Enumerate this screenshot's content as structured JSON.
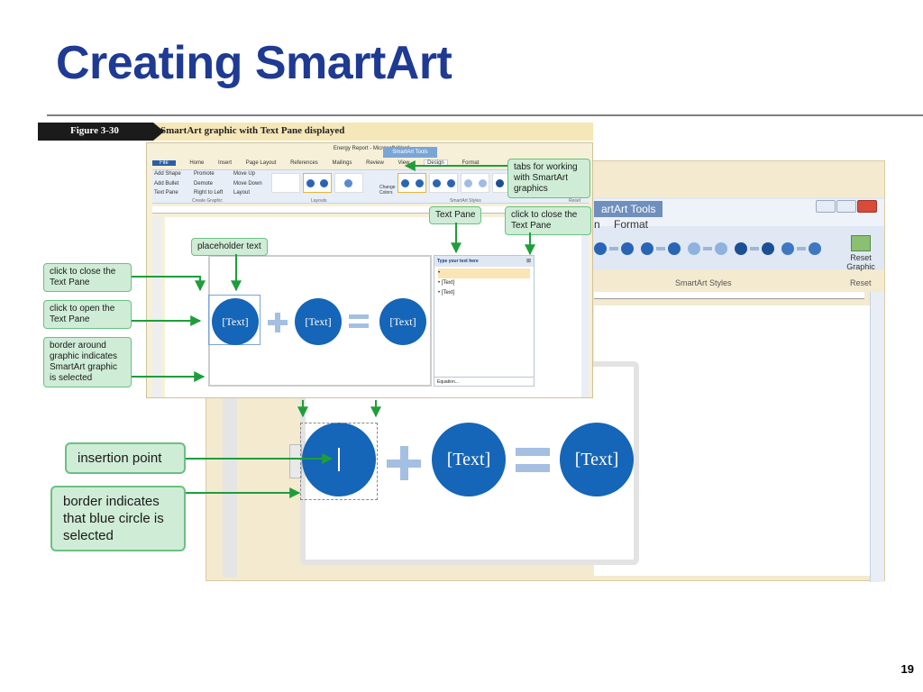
{
  "slide": {
    "title": "Creating SmartArt",
    "page_number": "19"
  },
  "figure": {
    "label": "Figure 3-30",
    "caption": "SmartArt graphic with Text Pane displayed"
  },
  "front_window": {
    "title": "Energy Report - Microsoft Word",
    "context_tab": "SmartArt Tools",
    "tabs": [
      "File",
      "Home",
      "Insert",
      "Page Layout",
      "References",
      "Mailings",
      "Review",
      "View",
      "Design",
      "Format"
    ],
    "create_graphic": {
      "items": [
        "Add Shape",
        "Promote",
        "Move Up",
        "Add Bullet",
        "Demote",
        "Move Down",
        "Text Pane",
        "Right to Left",
        "Layout"
      ],
      "group_label": "Create Graphic"
    },
    "layouts_label": "Layouts",
    "change_colors_label": "Change Colors",
    "smartart_styles_label": "SmartArt Styles",
    "reset_label": "Reset",
    "shapes": [
      "[Text]",
      "[Text]",
      "[Text]"
    ],
    "text_pane": {
      "header": "Type your text here",
      "close_glyph": "⊠",
      "bullets": [
        "",
        "[Text]",
        "[Text]"
      ],
      "footer": "Equation..."
    }
  },
  "back_window": {
    "context_tab": "artArt Tools",
    "tab_partial": "n",
    "format_tab": "Format",
    "smartart_styles_label": "SmartArt Styles",
    "reset_graphic_label": "Reset Graphic",
    "reset_group_label": "Reset",
    "shapes": [
      "",
      "[Text]",
      "[Text]"
    ]
  },
  "callouts": {
    "tabs_working": "tabs for working with SmartArt graphics",
    "text_pane": "Text Pane",
    "close_text_pane_top": "click to close the Text Pane",
    "placeholder_text": "placeholder text",
    "close_text_pane_left": "click to close the Text Pane",
    "open_text_pane": "click to open the Text Pane",
    "border_around": "border around graphic indicates SmartArt graphic is selected",
    "insertion_point": "insertion point",
    "border_blue_circle": "border indicates that blue circle is selected"
  },
  "colors": {
    "title": "#1f3a93",
    "shape_blue": "#1565b8",
    "callout_fill": "#cfecd6",
    "callout_border": "#6cbf82",
    "arrow_green": "#1e9e3a"
  }
}
